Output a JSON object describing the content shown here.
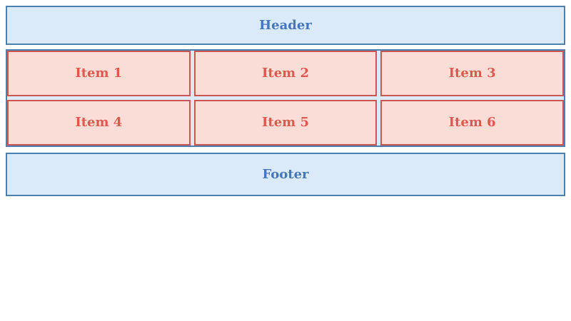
{
  "header": {
    "label": "Header"
  },
  "grid": {
    "items": [
      "Item 1",
      "Item 2",
      "Item 3",
      "Item 4",
      "Item 5",
      "Item 6"
    ]
  },
  "footer": {
    "label": "Footer"
  },
  "colors": {
    "blue_border": "#4C80B0",
    "blue_fill": "#DBEAF9",
    "blue_text": "#4477BD",
    "red_border": "#CD544F",
    "red_fill": "#FBDDD8",
    "red_text": "#DF584D",
    "page_background": "#FFFFFF"
  }
}
